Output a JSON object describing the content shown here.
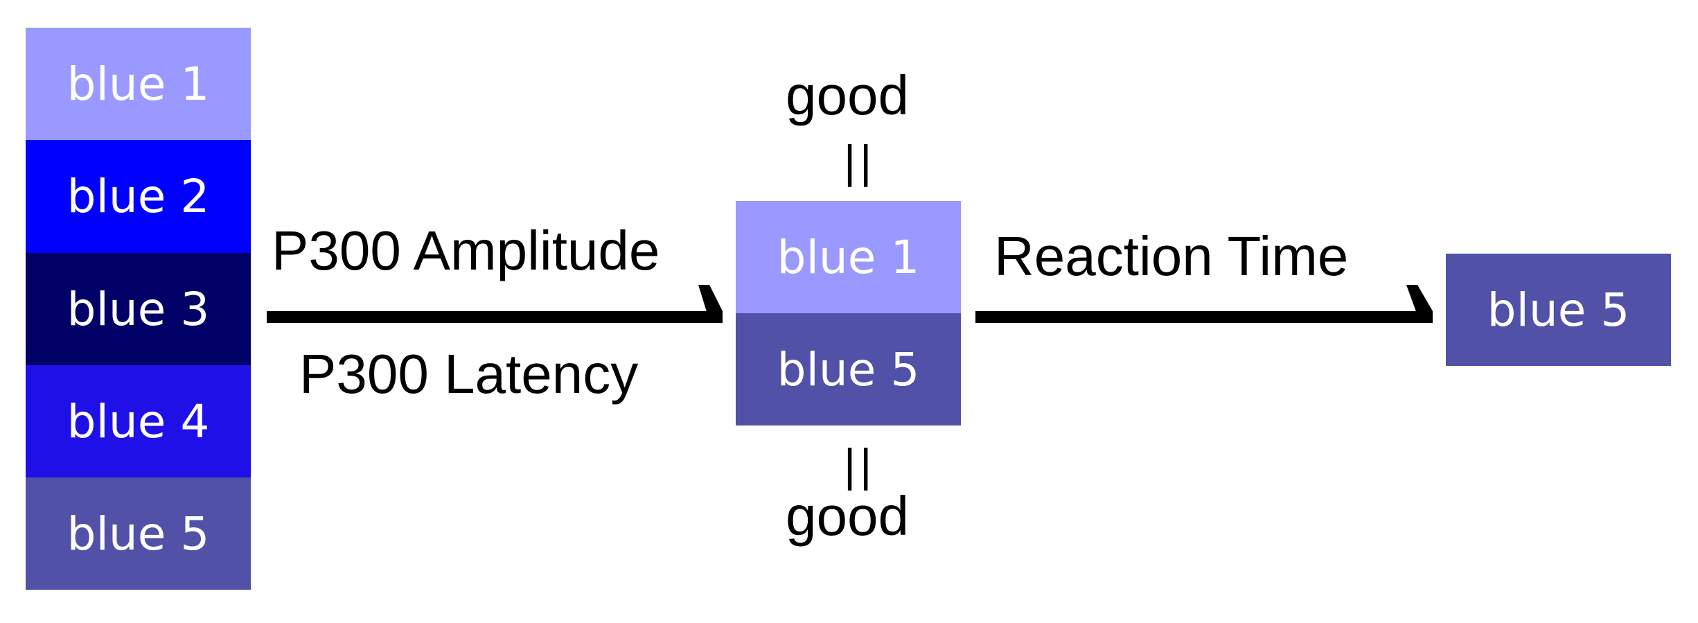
{
  "left_stack": [
    {
      "label": "blue 1",
      "color": "#9999FF"
    },
    {
      "label": "blue 2",
      "color": "#0000FF"
    },
    {
      "label": "blue 3",
      "color": "#000066"
    },
    {
      "label": "blue 4",
      "color": "#1F10E8"
    },
    {
      "label": "blue 5",
      "color": "#5151A8"
    }
  ],
  "arrow1": {
    "top_label": "P300 Amplitude",
    "bottom_label": "P300 Latency"
  },
  "middle": {
    "top_note": "good",
    "top_equals": "||",
    "boxes": [
      {
        "label": "blue 1",
        "color": "#9999FF"
      },
      {
        "label": "blue 5",
        "color": "#5151A8"
      }
    ],
    "bottom_equals": "||",
    "bottom_note": "good"
  },
  "arrow2": {
    "top_label": "Reaction Time"
  },
  "right_box": {
    "label": "blue 5",
    "color": "#5151A8"
  }
}
